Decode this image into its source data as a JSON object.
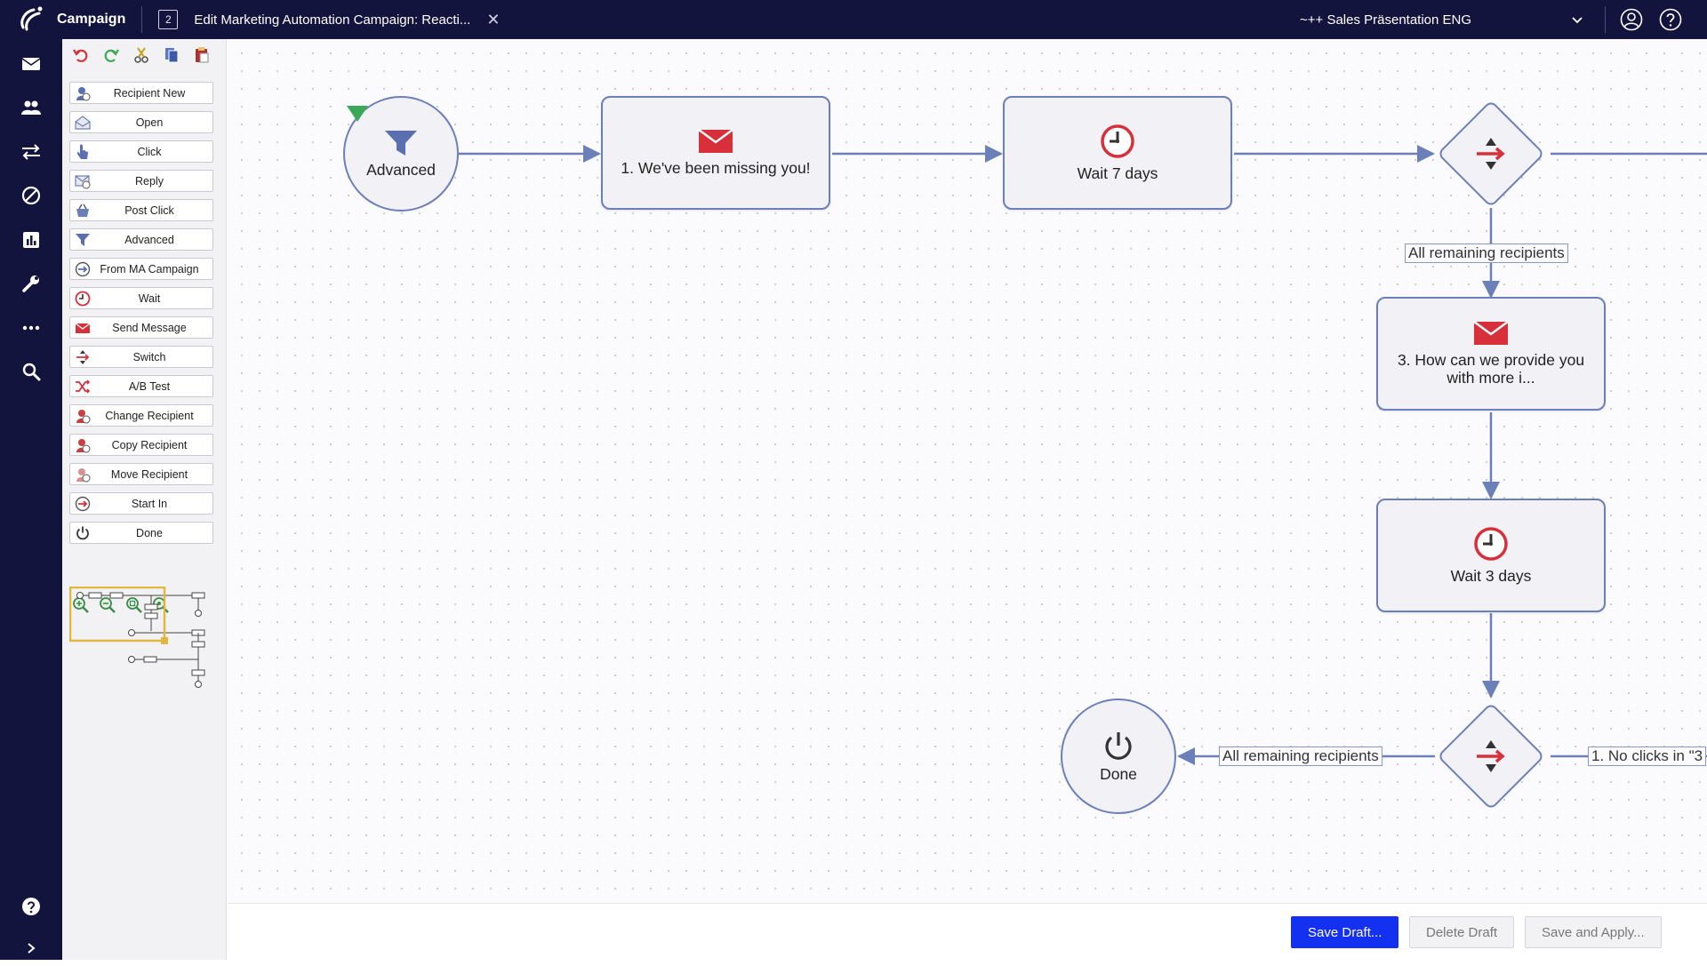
{
  "header": {
    "app_name": "Campaign",
    "tab_badge": "2",
    "tab_title": "Edit Marketing Automation Campaign: Reacti...",
    "workspace": "~++ Sales Präsentation ENG"
  },
  "nav": {
    "items": [
      "mail",
      "contacts",
      "transfer",
      "blocked",
      "reports",
      "tools",
      "more",
      "search"
    ]
  },
  "palette": {
    "items": [
      {
        "label": "Recipient New",
        "icon": "recipient-new"
      },
      {
        "label": "Open",
        "icon": "open-mail"
      },
      {
        "label": "Click",
        "icon": "click-hand"
      },
      {
        "label": "Reply",
        "icon": "reply"
      },
      {
        "label": "Post Click",
        "icon": "post-click"
      },
      {
        "label": "Advanced",
        "icon": "filter"
      },
      {
        "label": "From MA Campaign",
        "icon": "from-campaign"
      },
      {
        "label": "Wait",
        "icon": "clock"
      },
      {
        "label": "Send Message",
        "icon": "envelope"
      },
      {
        "label": "Switch",
        "icon": "switch"
      },
      {
        "label": "A/B Test",
        "icon": "shuffle"
      },
      {
        "label": "Change Recipient",
        "icon": "change-recipient"
      },
      {
        "label": "Copy Recipient",
        "icon": "copy-recipient"
      },
      {
        "label": "Move Recipient",
        "icon": "move-recipient"
      },
      {
        "label": "Start In",
        "icon": "start-in"
      },
      {
        "label": "Done",
        "icon": "power"
      }
    ]
  },
  "flow": {
    "start_label": "Advanced",
    "msg1_label": "1. We've been missing you!",
    "wait1_label": "Wait 7 days",
    "edge1_label": "All remaining recipients",
    "msg3_label": "3. How can we provide you with more i...",
    "wait2_label": "Wait 3 days",
    "edge2_label": "All remaining recipients",
    "edge3_label": "1. No clicks in \"3",
    "done_label": "Done"
  },
  "actions": {
    "save_draft": "Save Draft...",
    "delete_draft": "Delete Draft",
    "save_apply": "Save and Apply..."
  },
  "colors": {
    "topbar": "#13143d",
    "node_border": "#6b7fb8",
    "accent_red": "#d8303a",
    "primary_button": "#1430f0"
  }
}
